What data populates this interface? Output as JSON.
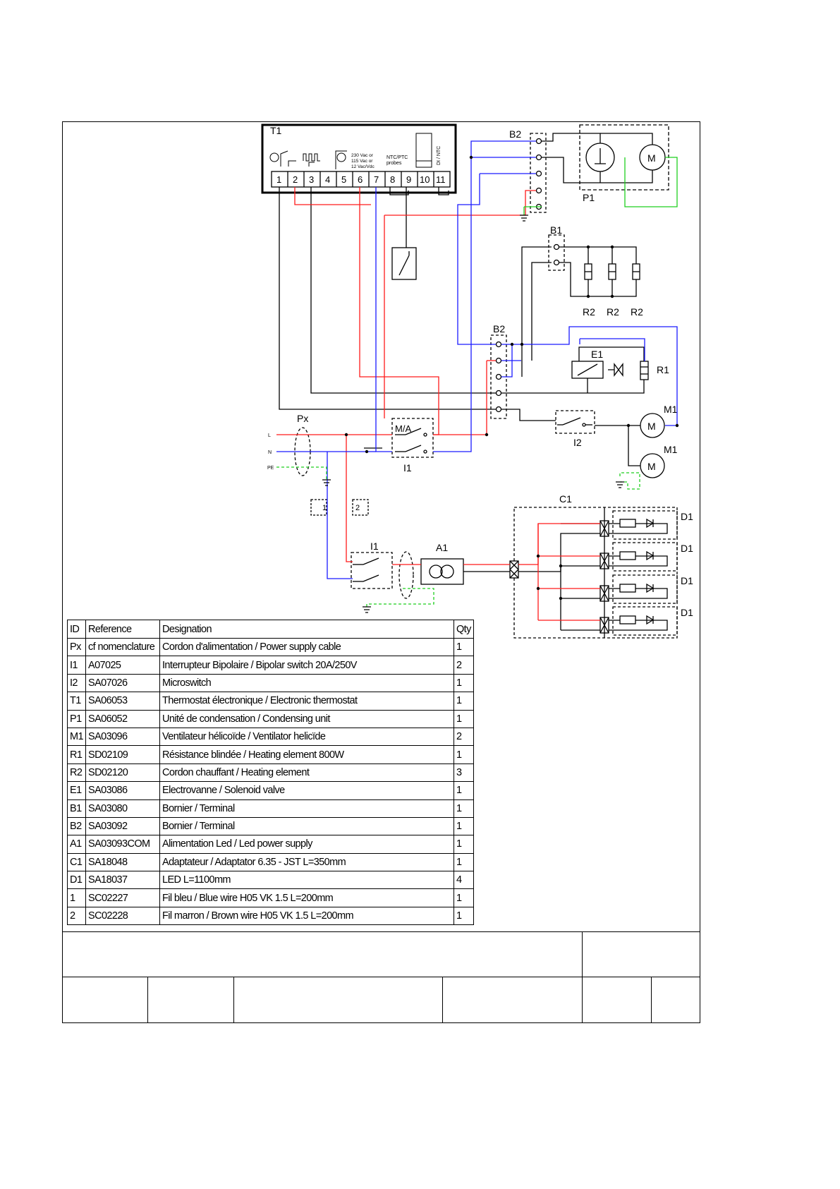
{
  "thermostat": {
    "id": "T1",
    "voltage_line1": "230 Vac or",
    "voltage_line2": "115 Vac or",
    "voltage_line3": "12 Vac/Vdc",
    "probe_line1": "NTC/PTC",
    "probe_line2": "probes",
    "di_label": "DI / NTC",
    "terminals": [
      "1",
      "2",
      "3",
      "4",
      "5",
      "6",
      "7",
      "8",
      "9",
      "10",
      "11"
    ]
  },
  "components": {
    "b2_top": "B2",
    "p1": "P1",
    "b1": "B1",
    "r2": "R2",
    "b2_mid": "B2",
    "e1": "E1",
    "r1": "R1",
    "px": "Px",
    "ma": "M/A",
    "i1_top": "I1",
    "i2": "I2",
    "m1_a": "M1",
    "m1_b": "M1",
    "m_label": "M",
    "wire_1": "1",
    "wire_2": "2",
    "c1": "C1",
    "i1_bottom": "I1",
    "a1": "A1",
    "d1": "D1",
    "line_l": "L",
    "line_n": "N",
    "line_pe": "PE"
  },
  "colors": {
    "blue_wire": "#1a1aff",
    "red_wire": "#ff1a1a",
    "green_wire": "#1fcf1f",
    "black_wire": "#000000"
  },
  "bom": {
    "headers": [
      "ID",
      "Reference",
      "Designation",
      "Qty"
    ],
    "rows": [
      {
        "id": "Px",
        "ref": "cf nomenclature",
        "designation": "Cordon d'alimentation / Power supply cable",
        "qty": "1"
      },
      {
        "id": "I1",
        "ref": "A07025",
        "designation": "Interrupteur Bipolaire / Bipolar switch 20A/250V",
        "qty": "2"
      },
      {
        "id": "I2",
        "ref": "SA07026",
        "designation": "Microswitch",
        "qty": "1"
      },
      {
        "id": "T1",
        "ref": "SA06053",
        "designation": "Thermostat électronique / Electronic thermostat",
        "qty": "1"
      },
      {
        "id": "P1",
        "ref": "SA06052",
        "designation": "Unité de condensation / Condensing unit",
        "qty": "1"
      },
      {
        "id": "M1",
        "ref": "SA03096",
        "designation": "Ventilateur hélicoïde / Ventilator helicïde",
        "qty": "2"
      },
      {
        "id": "R1",
        "ref": "SD02109",
        "designation": "Résistance blindée / Heating element 800W",
        "qty": "1"
      },
      {
        "id": "R2",
        "ref": "SD02120",
        "designation": "Cordon chauffant / Heating element",
        "qty": "3"
      },
      {
        "id": "E1",
        "ref": "SA03086",
        "designation": "Electrovanne / Solenoid valve",
        "qty": "1"
      },
      {
        "id": "B1",
        "ref": "SA03080",
        "designation": "Bornier / Terminal",
        "qty": "1"
      },
      {
        "id": "B2",
        "ref": "SA03092",
        "designation": "Bornier / Terminal",
        "qty": "1"
      },
      {
        "id": "A1",
        "ref": "SA03093COM",
        "designation": "Alimentation Led / Led power supply",
        "qty": "1"
      },
      {
        "id": "C1",
        "ref": "SA18048",
        "designation": "Adaptateur / Adaptator  6.35 - JST L=350mm",
        "qty": "1"
      },
      {
        "id": "D1",
        "ref": "SA18037",
        "designation": "LED L=1100mm",
        "qty": "4"
      },
      {
        "id": "1",
        "ref": "SC02227",
        "designation": "Fil bleu / Blue wire H05 VK 1.5 L=200mm",
        "qty": "1"
      },
      {
        "id": "2",
        "ref": "SC02228",
        "designation": "Fil marron / Brown wire H05 VK 1.5 L=200mm",
        "qty": "1"
      }
    ]
  }
}
